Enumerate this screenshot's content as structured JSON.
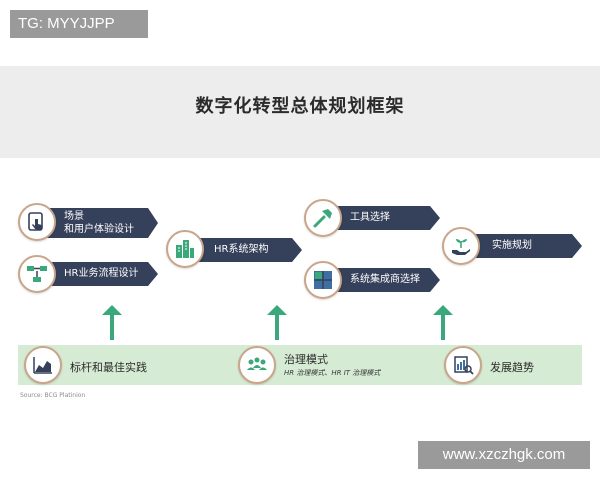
{
  "watermark_top": "TG: MYYJJPP",
  "title": "数字化转型总体规划框架",
  "banners": {
    "scenario_line1": "场景",
    "scenario_line2": "和用户体验设计",
    "hr_process": "HR业务流程设计",
    "hr_system": "HR系统架构",
    "tool_select": "工具选择",
    "integrator": "系统集成商选择",
    "impl_plan": "实施规划"
  },
  "foundation": {
    "benchmark": "标杆和最佳实践",
    "governance": "治理模式",
    "governance_sub": "HR 治理模式、HR IT 治理模式",
    "trend": "发展趋势"
  },
  "source": "Source: BCG Platinion",
  "watermark_bottom": "www.xzczhgk.com",
  "colors": {
    "banner": "#35405a",
    "arrow": "#3aa87a",
    "green_band": "#d6ebd4",
    "circle_border": "#c9a58a"
  },
  "icons": [
    "touch-screen-icon",
    "flowchart-icon",
    "buildings-icon",
    "hammer-icon",
    "puzzle-icon",
    "hand-plant-icon",
    "area-chart-icon",
    "people-network-icon",
    "trend-document-icon"
  ]
}
